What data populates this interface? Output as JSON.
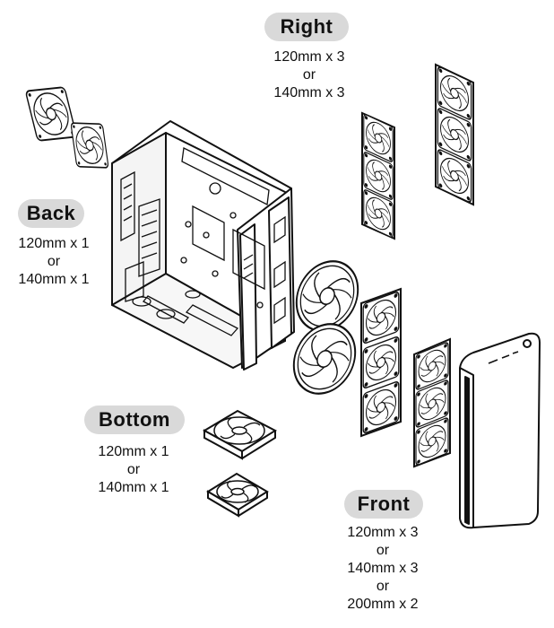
{
  "regions": {
    "right": {
      "title": "Right",
      "spec": [
        "120mm x 3",
        "or",
        "140mm x 3"
      ]
    },
    "back": {
      "title": "Back",
      "spec": [
        "120mm x 1",
        "or",
        "140mm x 1"
      ]
    },
    "bottom": {
      "title": "Bottom",
      "spec": [
        "120mm x 1",
        "or",
        "140mm x 1"
      ]
    },
    "front": {
      "title": "Front",
      "spec": [
        "120mm x 3",
        "or",
        "140mm x 3",
        "or",
        "200mm x 2"
      ]
    }
  },
  "colors": {
    "label_bg": "#d9d9d9",
    "line": "#111111",
    "background": "#ffffff"
  }
}
